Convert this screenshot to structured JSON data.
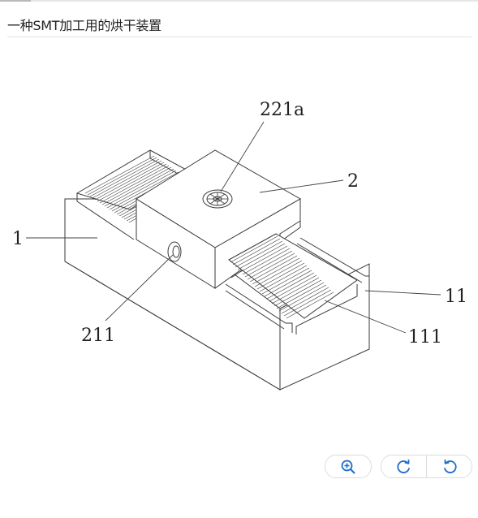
{
  "document": {
    "title": "一种SMT加工用的烘干装置"
  },
  "figure": {
    "labels": {
      "ref_221a": "221a",
      "ref_2": "2",
      "ref_1": "1",
      "ref_11": "11",
      "ref_211": "211",
      "ref_111": "111"
    }
  },
  "toolbar": {
    "icons": {
      "zoom": "zoom-in-icon",
      "rotate_cw": "rotate-clockwise-icon",
      "rotate_ccw": "rotate-counterclockwise-icon"
    },
    "accent_color": "#1e6ec8"
  }
}
